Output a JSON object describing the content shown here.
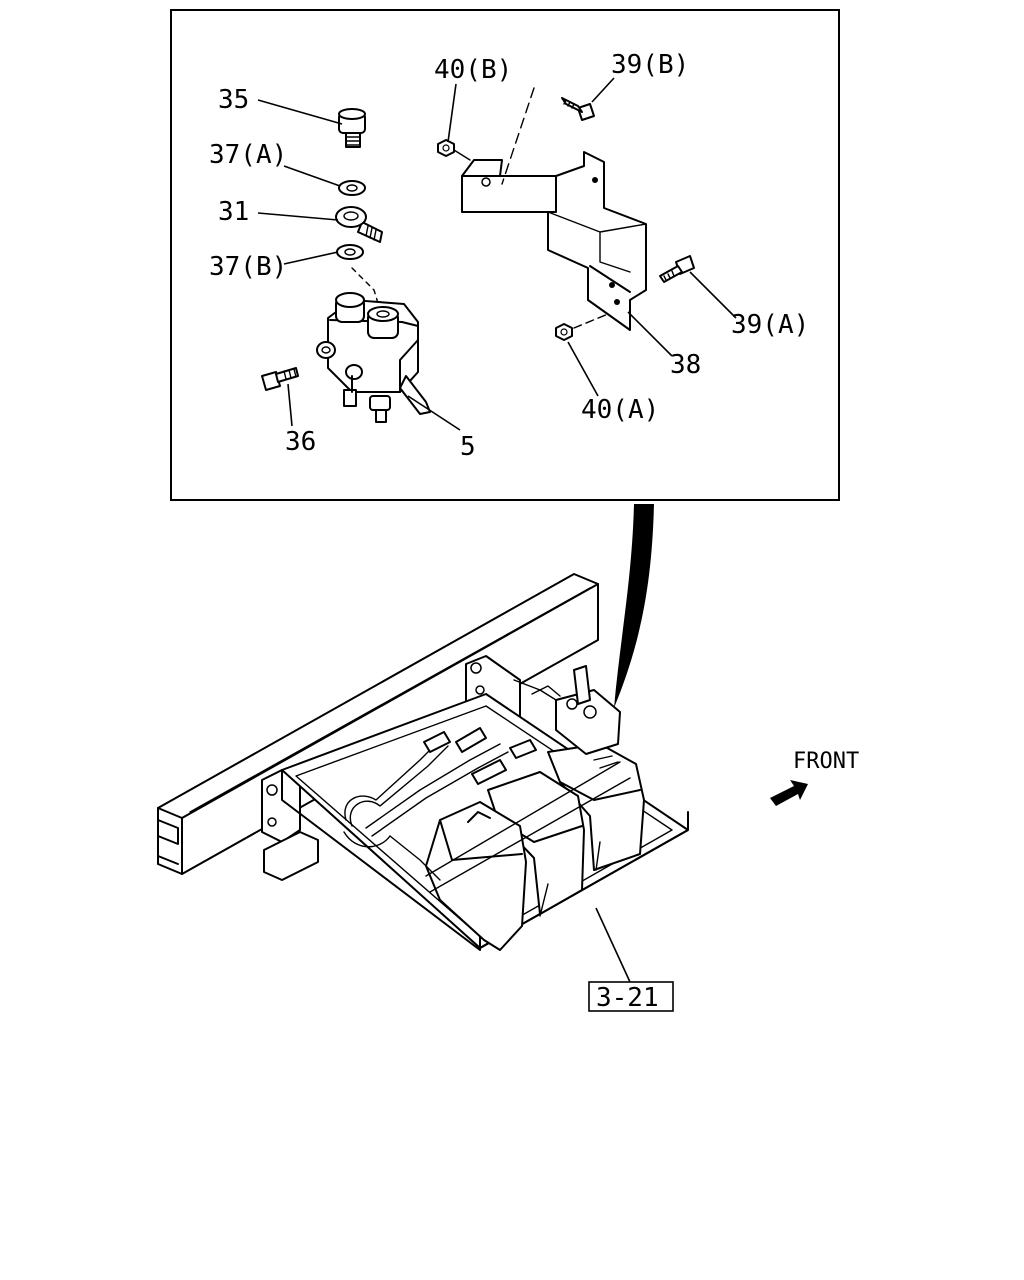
{
  "callouts": {
    "c35": "35",
    "c37a": "37(A)",
    "c31": "31",
    "c37b": "37(B)",
    "c36": "36",
    "c5": "5",
    "c40b": "40(B)",
    "c39b": "39(B)",
    "c39a": "39(A)",
    "c38": "38",
    "c40a": "40(A)"
  },
  "direction_label": "FRONT",
  "reference_box": "3-21"
}
